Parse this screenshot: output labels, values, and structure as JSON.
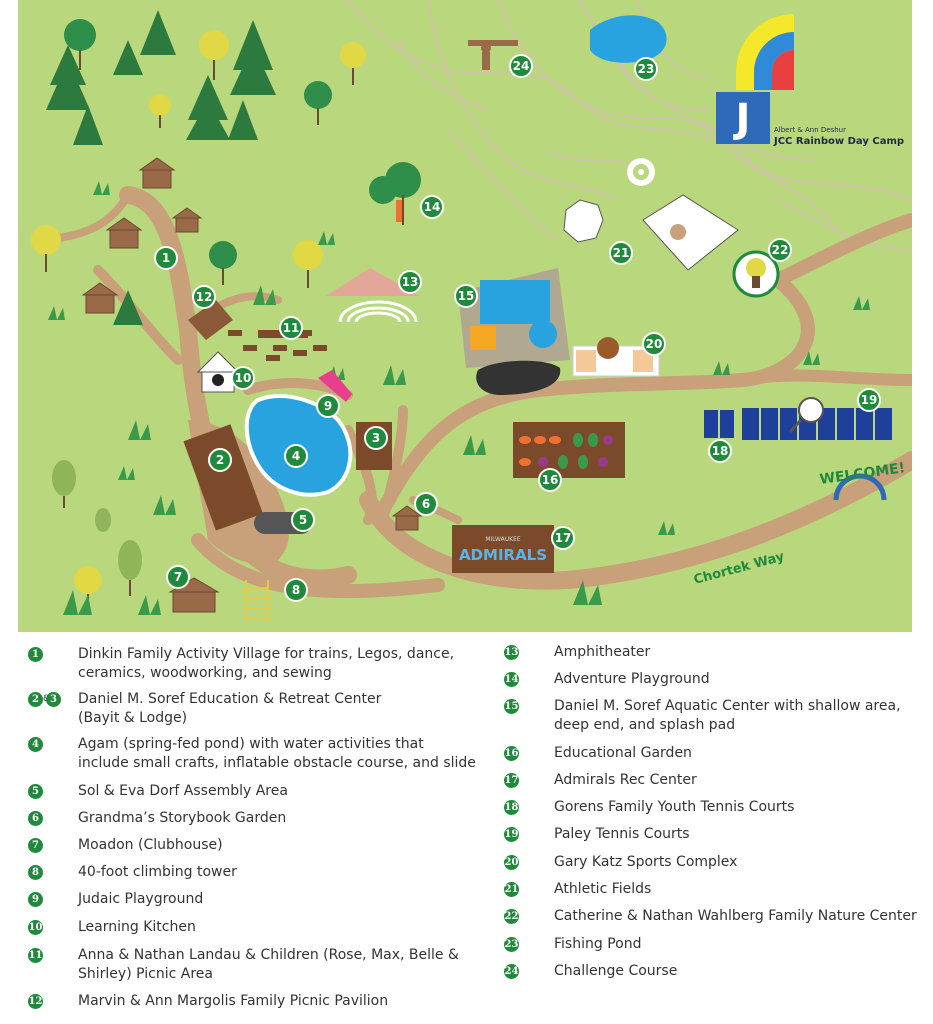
{
  "camp": {
    "name_line1": "Albert & Ann Deshur",
    "name_line2": "JCC Rainbow Day Camp",
    "logo_letter": "J"
  },
  "map_labels": {
    "welcome": "WELCOME!",
    "road": "Chortek Way",
    "admirals_small": "MILWAUKEE",
    "admirals_big": "ADMIRALS"
  },
  "markers": [
    "1",
    "2",
    "3",
    "4",
    "5",
    "6",
    "7",
    "8",
    "9",
    "10",
    "11",
    "12",
    "13",
    "14",
    "15",
    "16",
    "17",
    "18",
    "19",
    "20",
    "21",
    "22",
    "23",
    "24"
  ],
  "legend_left": [
    {
      "badge": "1",
      "text": "Dinkin Family Activity Village for trains, Legos, dance,\nceramics, woodworking, and sewing"
    },
    {
      "badge": "2",
      "badge2": "3",
      "text": "Daniel M. Soref Education & Retreat Center\n(Bayit & Lodge)"
    },
    {
      "badge": "4",
      "text": "Agam (spring-fed pond) with water activities that\ninclude small crafts, inflatable obstacle course, and slide"
    },
    {
      "badge": "5",
      "text": "Sol & Eva Dorf Assembly Area"
    },
    {
      "badge": "6",
      "text": "Grandma’s Storybook Garden"
    },
    {
      "badge": "7",
      "text": "Moadon (Clubhouse)"
    },
    {
      "badge": "8",
      "text": "40-foot climbing tower"
    },
    {
      "badge": "9",
      "text": "Judaic Playground"
    },
    {
      "badge": "10",
      "text": "Learning Kitchen"
    },
    {
      "badge": "11",
      "text": "Anna & Nathan Landau & Children (Rose, Max, Belle &\nShirley) Picnic Area"
    },
    {
      "badge": "12",
      "text": "Marvin & Ann Margolis Family Picnic Pavilion"
    }
  ],
  "legend_right": [
    {
      "badge": "13",
      "text": "Amphitheater"
    },
    {
      "badge": "14",
      "text": "Adventure Playground"
    },
    {
      "badge": "15",
      "text": "Daniel M. Soref Aquatic Center with shallow area,\ndeep end, and splash pad"
    },
    {
      "badge": "16",
      "text": "Educational Garden"
    },
    {
      "badge": "17",
      "text": "Admirals Rec Center"
    },
    {
      "badge": "18",
      "text": "Gorens Family Youth Tennis Courts"
    },
    {
      "badge": "19",
      "text": "Paley Tennis Courts"
    },
    {
      "badge": "20",
      "text": "Gary Katz Sports Complex"
    },
    {
      "badge": "21",
      "text": "Athletic Fields"
    },
    {
      "badge": "22",
      "text": "Catherine & Nathan Wahlberg Family Nature Center"
    },
    {
      "badge": "23",
      "text": "Fishing Pond"
    },
    {
      "badge": "24",
      "text": "Challenge Course"
    }
  ],
  "colors": {
    "grass": "#b7d77a",
    "path": "#c8a07a",
    "marker": "#1f8a3b",
    "water": "#29a3e0"
  }
}
